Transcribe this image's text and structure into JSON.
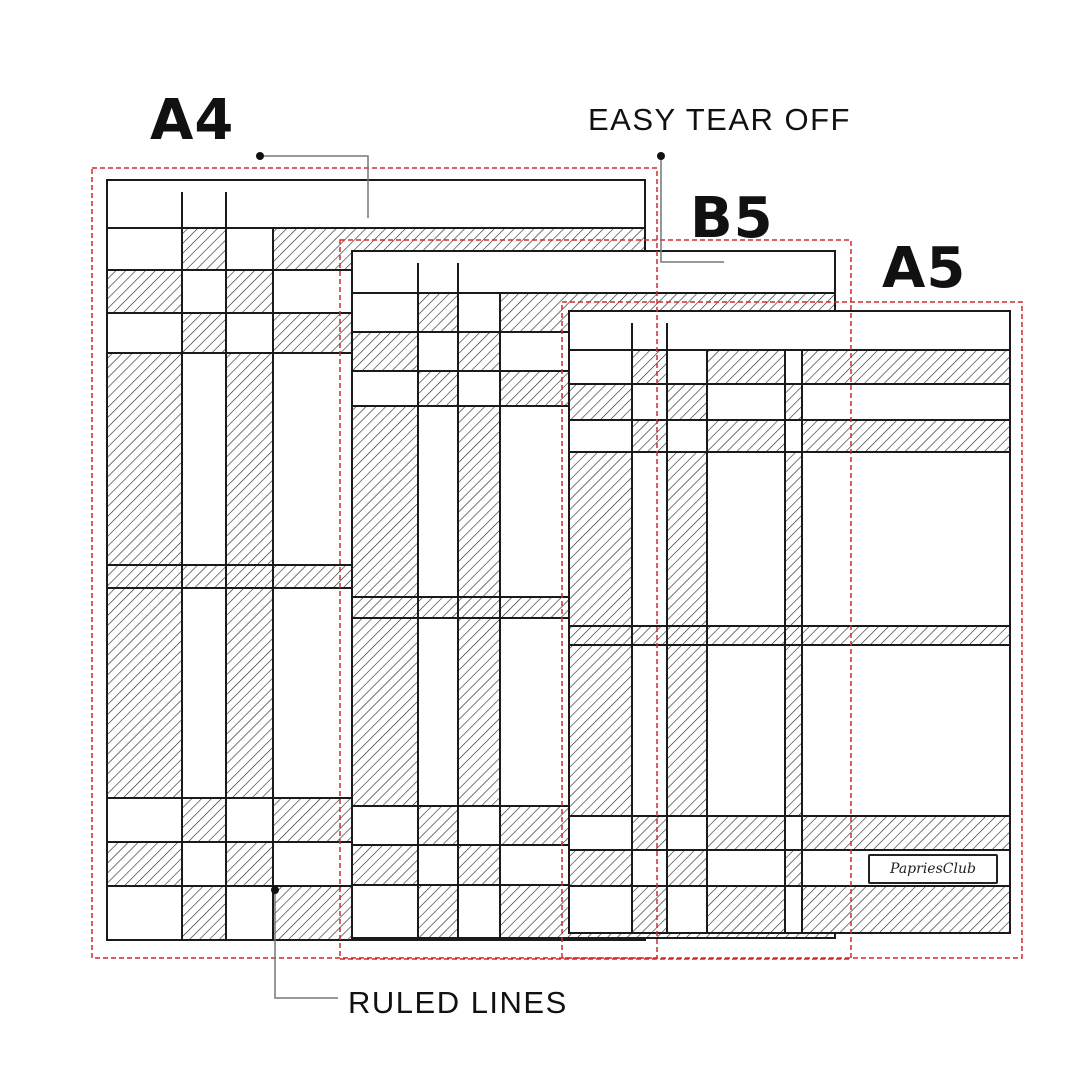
{
  "labels": {
    "a4": "A4",
    "b5": "B5",
    "a5": "A5",
    "easy_tear_off": "EASY TEAR OFF",
    "ruled_lines": "RULED LINES"
  },
  "logo": "PapriesClub",
  "colors": {
    "outline": "#d42a2a",
    "ink": "#1a1a1a"
  }
}
